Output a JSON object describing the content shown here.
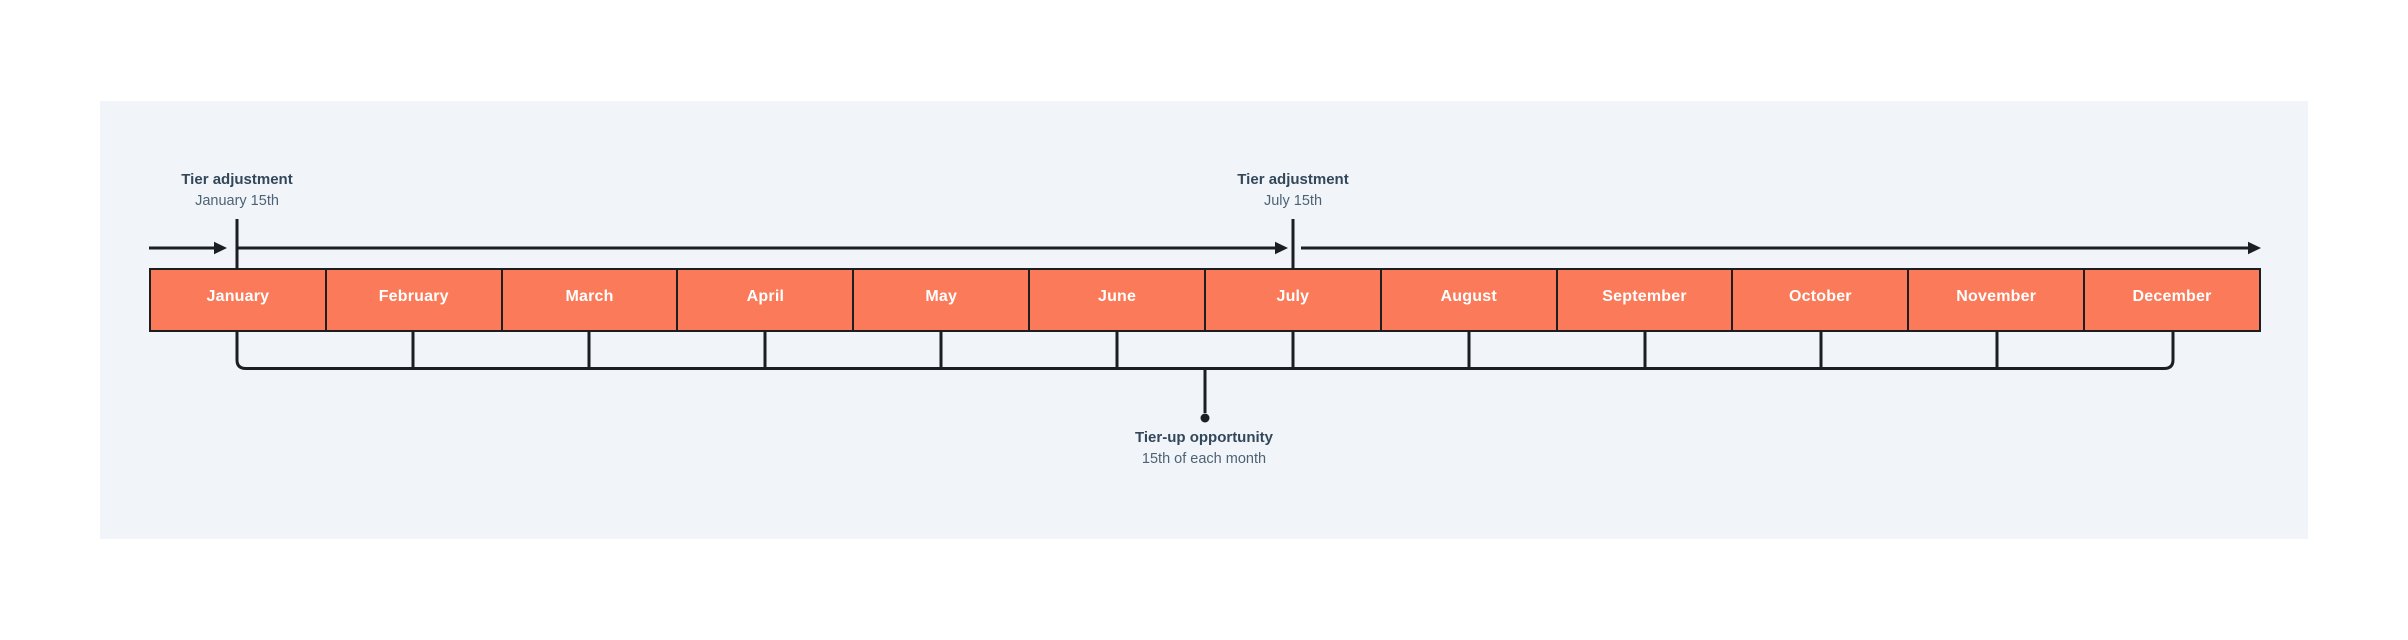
{
  "timeline": {
    "months": [
      "January",
      "February",
      "March",
      "April",
      "May",
      "June",
      "July",
      "August",
      "September",
      "October",
      "November",
      "December"
    ],
    "annotations": {
      "january": {
        "title": "Tier adjustment",
        "subtitle": "January 15th"
      },
      "july": {
        "title": "Tier adjustment",
        "subtitle": "July 15th"
      },
      "tier_up": {
        "title": "Tier-up opportunity",
        "subtitle": "15th of each month"
      }
    },
    "colors": {
      "panel_background": "#f1f5f9",
      "month_fill": "#fa7a59",
      "month_text": "#ffffff",
      "line_stroke": "#1c1e21",
      "annotation_title_text": "#33475b",
      "annotation_subtitle_text": "#4e6275"
    }
  }
}
